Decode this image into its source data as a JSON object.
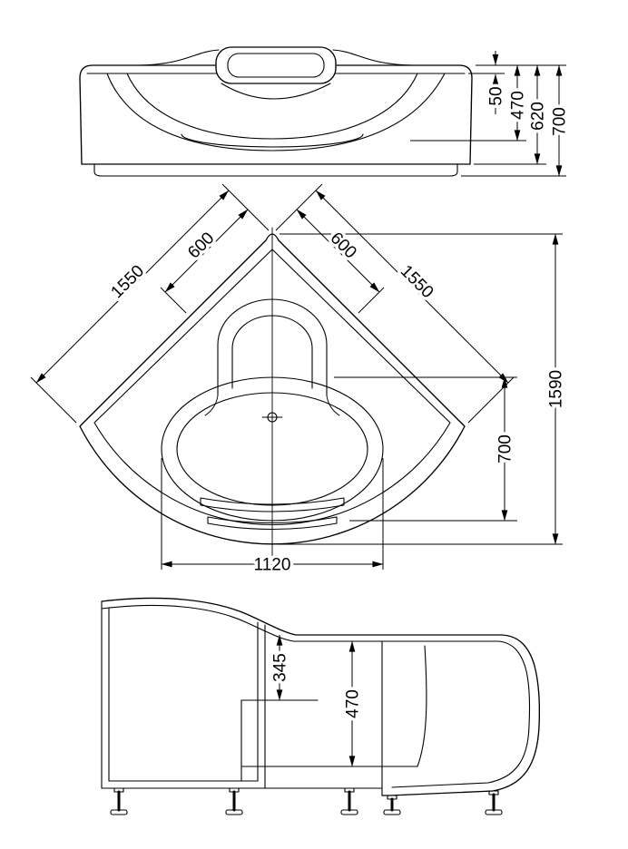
{
  "drawing": {
    "front_view": {
      "dim_50": "50",
      "dim_470": "470",
      "dim_620": "620",
      "dim_700": "700"
    },
    "plan_view": {
      "dim_600_left": "600",
      "dim_600_right": "600",
      "dim_1550_left": "1550",
      "dim_1550_right": "1550",
      "dim_1590": "1590",
      "dim_700": "700",
      "dim_1120": "1120"
    },
    "side_view": {
      "dim_345": "345",
      "dim_470": "470"
    }
  }
}
